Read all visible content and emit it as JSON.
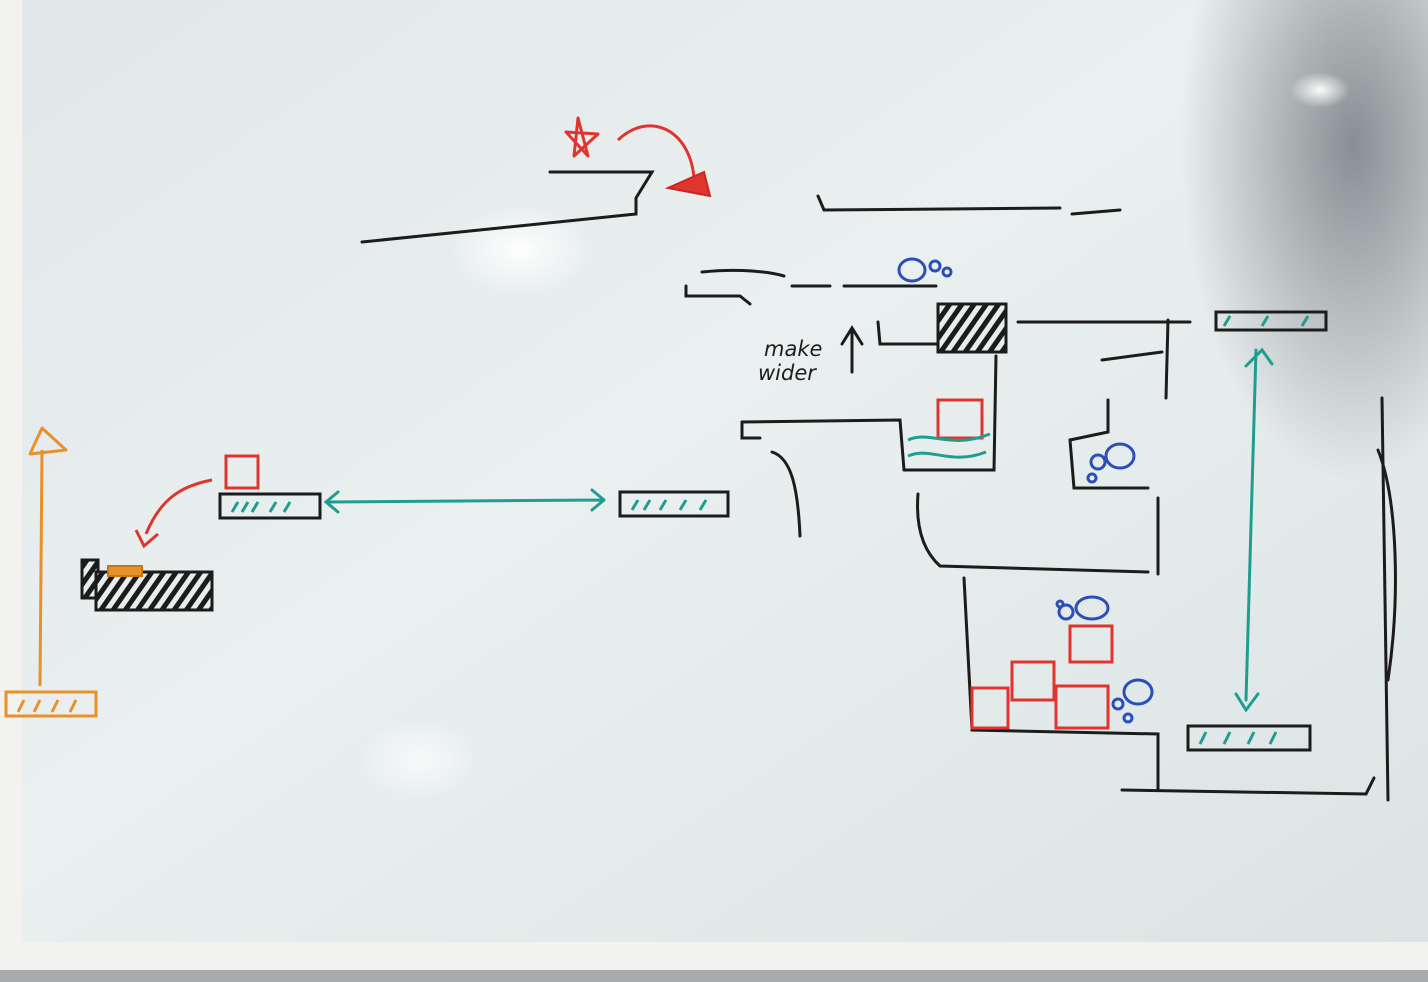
{
  "scene": {
    "subject": "whiteboard-level-sketch",
    "marker_colors": {
      "black": "#1c1c1c",
      "red": "#e0352f",
      "teal": "#1f9e90",
      "blue": "#2a4fb8",
      "orange": "#e8902a",
      "board": "#e6ecec",
      "frame": "#f1f1f0"
    }
  },
  "annotation": {
    "line1": "make",
    "line2": "wider"
  }
}
